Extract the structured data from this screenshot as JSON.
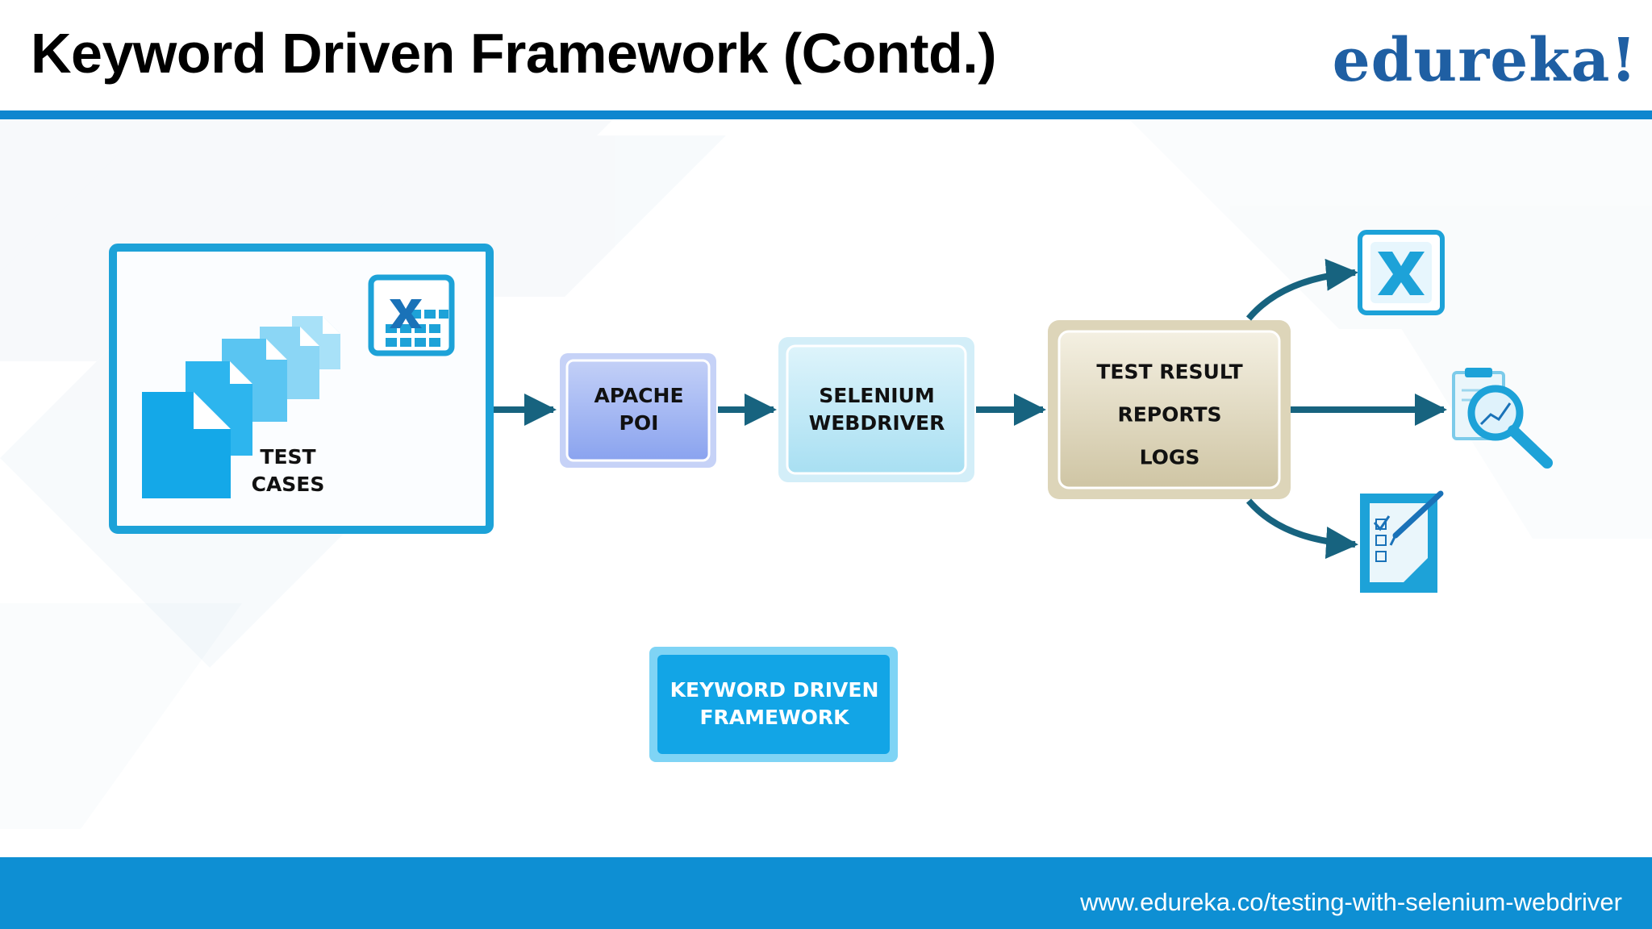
{
  "slide": {
    "title": "Keyword Driven Framework (Contd.)",
    "logo": "edureka!",
    "footer_url": "www.edureka.co/testing-with-selenium-webdriver"
  },
  "diagram": {
    "test_cases": {
      "line1": "TEST",
      "line2": "CASES",
      "icon": "excel-icon"
    },
    "apache_poi": {
      "line1": "APACHE",
      "line2": "POI"
    },
    "selenium": {
      "line1": "SELENIUM",
      "line2": "WEBDRIVER"
    },
    "results": {
      "line1": "TEST RESULT",
      "line2": "REPORTS",
      "line3": "LOGS"
    },
    "outputs": [
      "excel-icon",
      "report-magnifier-icon",
      "checklist-icon"
    ],
    "framework": {
      "line1": "KEYWORD DRIVEN",
      "line2": "FRAMEWORK"
    }
  },
  "colors": {
    "accent": "#0e86cf",
    "arrow": "#17637f",
    "logo": "#1f5fa3",
    "apache_box": "#96aef2",
    "selenium_box": "#b9e6f4",
    "results_box": "#d6ceb0",
    "framework_box": "#12a5e6"
  }
}
